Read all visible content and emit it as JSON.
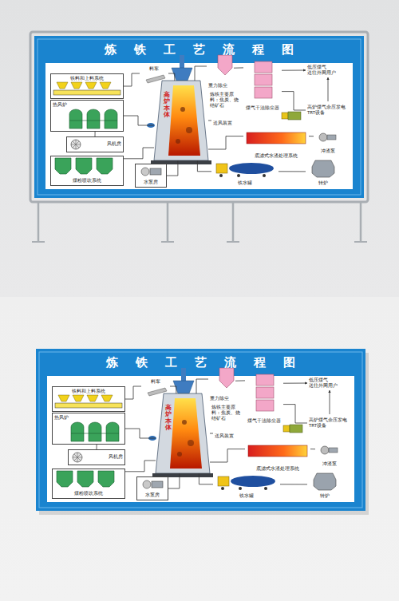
{
  "diagram": {
    "nodes": [
      {
        "text": [
          "炼铁工艺流程图"
        ]
      },
      {
        "text": [
          "铁料和上料系统"
        ],
        "in": 0
      },
      {
        "text": [
          "料车"
        ],
        "in": 0
      },
      {
        "text": [
          "高炉本体"
        ],
        "in": 0
      },
      {
        "text": [
          "重力除尘"
        ],
        "in": 0
      },
      {
        "text": [
          "低压煤气 送往外网用户"
        ],
        "in": 0
      },
      {
        "text": [
          "热风炉"
        ],
        "in": 0
      },
      {
        "text": [
          "煤气干法除尘器"
        ],
        "in": 0
      },
      {
        "text": [
          "高炉煤气余压发电 TRT设备"
        ],
        "in": 0
      },
      {
        "text": [
          "风机房"
        ],
        "in": 0
      },
      {
        "text": [
          "送风装置"
        ],
        "in": 0
      },
      {
        "text": [
          "底滤式水渣处理系统"
        ],
        "in": 0
      },
      {
        "text": [
          "冲渣泵"
        ],
        "in": 0
      },
      {
        "text": [
          "煤粉喷吹系统"
        ],
        "in": 0
      },
      {
        "text": [
          "水泵房"
        ],
        "in": 0
      },
      {
        "text": [
          "铁水罐"
        ],
        "in": 0
      },
      {
        "text": [
          "转炉"
        ],
        "in": 0
      },
      {
        "text": [
          "炼铁工艺流程图"
        ]
      },
      {
        "text": [
          "铁料和上料系统"
        ],
        "in": 17
      },
      {
        "text": [
          "料车"
        ],
        "in": 17
      },
      {
        "text": [
          "高炉本体"
        ],
        "in": 17
      },
      {
        "text": [
          "重力除尘"
        ],
        "in": 17
      },
      {
        "text": [
          "低压煤气 送往外网用户"
        ],
        "in": 17
      },
      {
        "text": [
          "热风炉"
        ],
        "in": 17
      },
      {
        "text": [
          "煤气干法除尘器"
        ],
        "in": 17
      },
      {
        "text": [
          "高炉煤气余压发电 TRT设备"
        ],
        "in": 17
      },
      {
        "text": [
          "风机房"
        ],
        "in": 17
      },
      {
        "text": [
          "送风装置"
        ],
        "in": 17
      },
      {
        "text": [
          "底滤式水渣处理系统"
        ],
        "in": 17
      },
      {
        "text": [
          "冲渣泵"
        ],
        "in": 17
      },
      {
        "text": [
          "煤粉喷吹系统"
        ],
        "in": 17
      },
      {
        "text": [
          "水泵房"
        ],
        "in": 17
      },
      {
        "text": [
          "铁水罐"
        ],
        "in": 17
      },
      {
        "text": [
          "转炉"
        ],
        "in": 17
      }
    ],
    "edges": [
      {
        "from": 1,
        "to": 2,
        "arrow": "none"
      },
      {
        "from": 2,
        "to": 3,
        "arrow": "none"
      },
      {
        "from": 3,
        "to": 4,
        "arrow": "none"
      },
      {
        "from": 4,
        "to": 7,
        "arrow": "none"
      },
      {
        "from": 7,
        "to": 8,
        "arrow": "none"
      },
      {
        "from": 7,
        "to": 5,
        "arrow": "to"
      },
      {
        "from": 8,
        "to": 5,
        "arrow": "to"
      },
      {
        "from": 6,
        "to": 3,
        "arrow": "none"
      },
      {
        "from": 9,
        "to": 6,
        "arrow": "none"
      },
      {
        "from": 13,
        "to": 3,
        "arrow": "none"
      },
      {
        "from": 14,
        "to": 3,
        "arrow": "none"
      },
      {
        "from": 3,
        "to": 11,
        "arrow": "none"
      },
      {
        "from": 11,
        "to": 12,
        "arrow": "none"
      },
      {
        "from": 3,
        "to": 15,
        "arrow": "none"
      },
      {
        "from": 15,
        "to": 16,
        "arrow": "none"
      },
      {
        "from": 3,
        "to": 10,
        "arrow": "none"
      },
      {
        "from": 18,
        "to": 19,
        "arrow": "none"
      },
      {
        "from": 19,
        "to": 20,
        "arrow": "none"
      },
      {
        "from": 20,
        "to": 21,
        "arrow": "none"
      },
      {
        "from": 21,
        "to": 24,
        "arrow": "none"
      },
      {
        "from": 24,
        "to": 25,
        "arrow": "none"
      },
      {
        "from": 24,
        "to": 22,
        "arrow": "to"
      },
      {
        "from": 25,
        "to": 22,
        "arrow": "to"
      },
      {
        "from": 23,
        "to": 20,
        "arrow": "none"
      },
      {
        "from": 26,
        "to": 23,
        "arrow": "none"
      },
      {
        "from": 30,
        "to": 20,
        "arrow": "none"
      },
      {
        "from": 31,
        "to": 20,
        "arrow": "none"
      },
      {
        "from": 20,
        "to": 28,
        "arrow": "none"
      },
      {
        "from": 28,
        "to": 29,
        "arrow": "none"
      },
      {
        "from": 20,
        "to": 32,
        "arrow": "none"
      },
      {
        "from": 32,
        "to": 33,
        "arrow": "none"
      },
      {
        "from": 20,
        "to": 27,
        "arrow": "none"
      }
    ],
    "labels": [
      "炼铁主要原料：焦炭、烧结矿石",
      "炼铁主要原料：焦炭、烧结矿石"
    ]
  }
}
